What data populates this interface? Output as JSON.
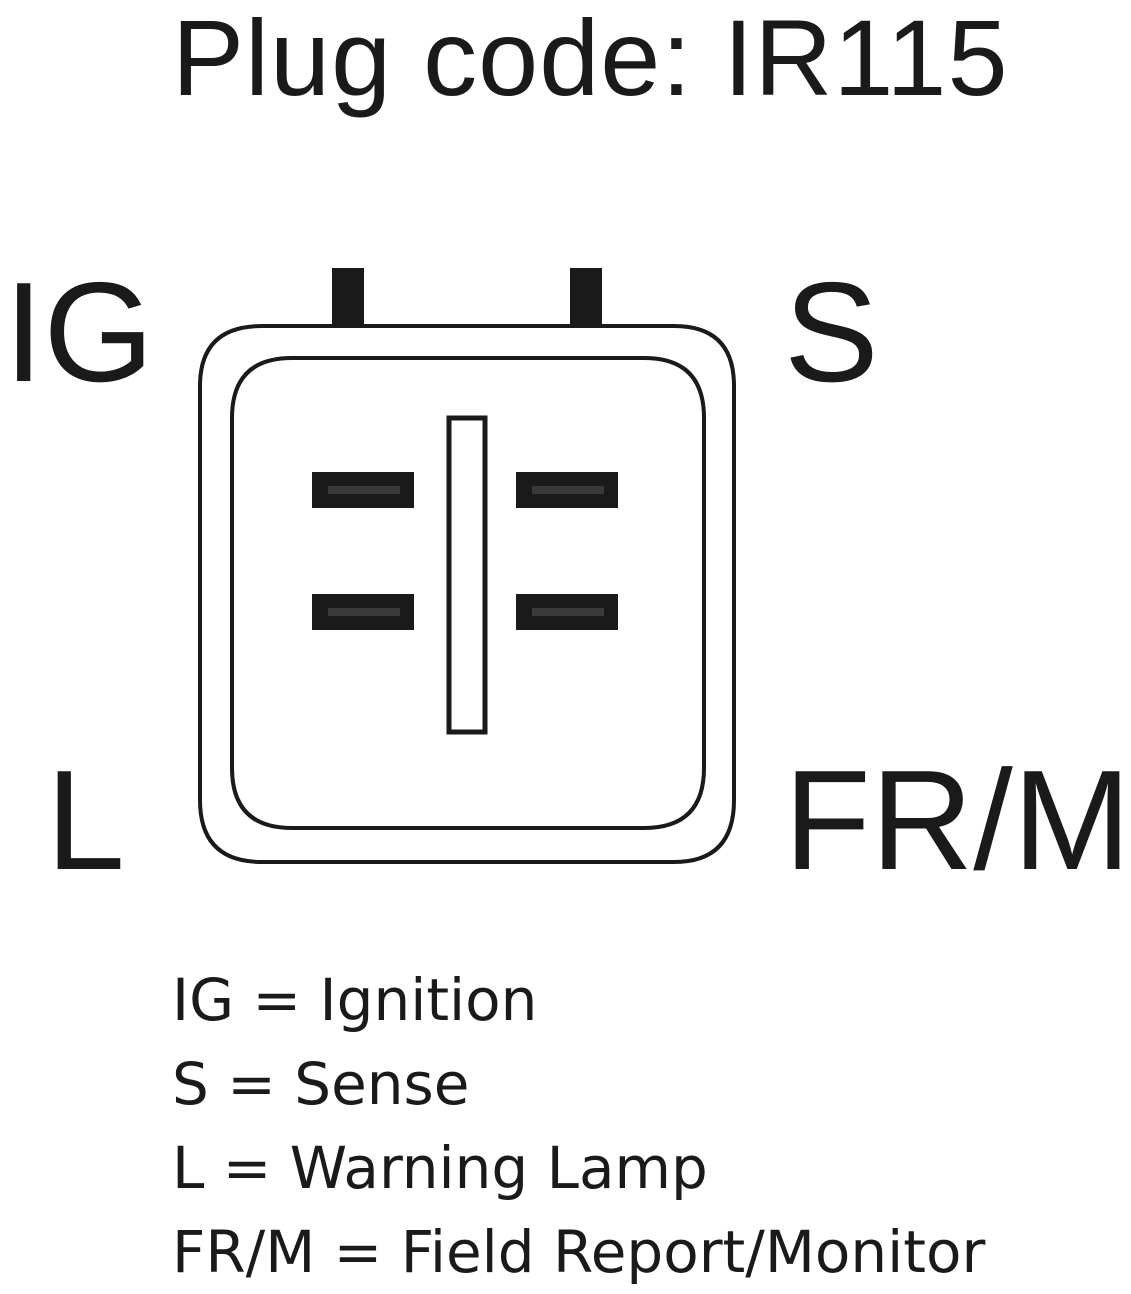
{
  "title": "Plug code: IR115",
  "pins": {
    "ig": "IG",
    "s": "S",
    "l": "L",
    "fr_m": "FR/M"
  },
  "legend": [
    "IG = Ignition",
    "S = Sense",
    "L = Warning Lamp",
    "FR/M = Field Report/Monitor"
  ],
  "colors": {
    "ink": "#1a1a1a",
    "background": "#ffffff"
  }
}
